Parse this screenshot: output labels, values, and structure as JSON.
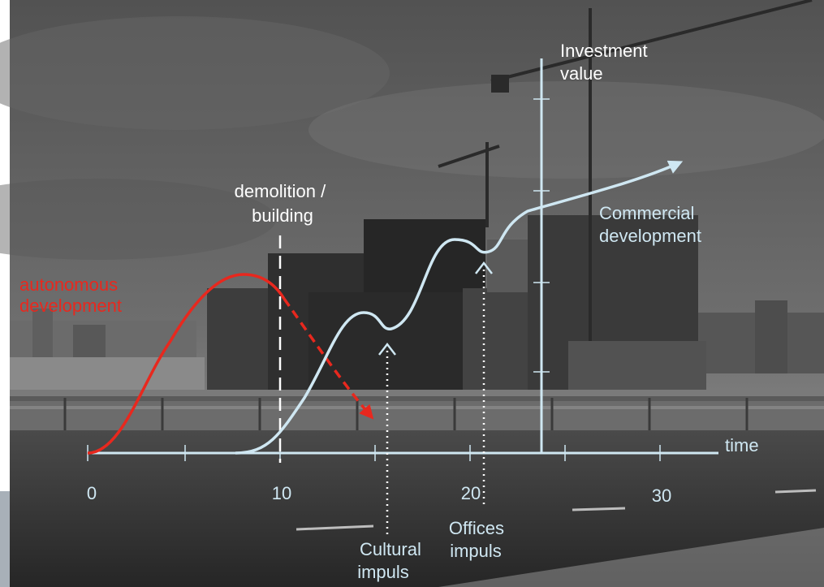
{
  "labels": {
    "red_curve": [
      "autonomous",
      "development"
    ],
    "demolition": [
      "demolition /",
      "building"
    ],
    "investment": [
      "Investment",
      "value"
    ],
    "commercial": [
      "Commercial",
      "development"
    ],
    "time": "time",
    "cultural": [
      "Cultural",
      "impuls"
    ],
    "offices": [
      "Offices",
      "impuls"
    ]
  },
  "ticks": [
    "0",
    "10",
    "20",
    "30"
  ],
  "colors": {
    "sky_top": "#5f5f5f",
    "sky_bottom": "#9a9a9a",
    "water": "#8a8a8a",
    "building_dark": "#2f2f2f",
    "building_mid": "#474747",
    "road": "#383838",
    "red": "#e8281e",
    "light_blue": "#cfe7f2",
    "white": "#ffffff"
  }
}
